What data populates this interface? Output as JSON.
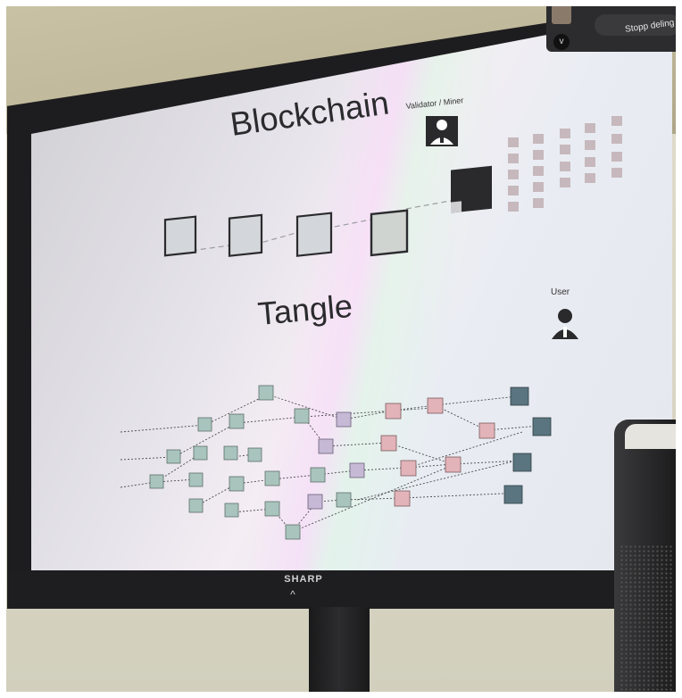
{
  "slide": {
    "title_blockchain": "Blockchain",
    "title_tangle": "Tangle",
    "label_validator": "Validator / Miner",
    "label_user": "User"
  },
  "monitor": {
    "brand": "SHARP",
    "power_indicator_glyph": "^"
  },
  "overlay": {
    "stop_sharing_label": "Stopp deling",
    "toggle_glyph": "v"
  },
  "colors": {
    "tangle_gray_green": "#a8c4bc",
    "tangle_purple": "#c6b9d6",
    "tangle_pink": "#e2b3b8",
    "tangle_teal": "#5a7580",
    "block_fill": "#d3d6da",
    "miner_block": "#2a2a2c"
  },
  "icons": [
    "person-icon",
    "person-icon",
    "person-icon"
  ]
}
